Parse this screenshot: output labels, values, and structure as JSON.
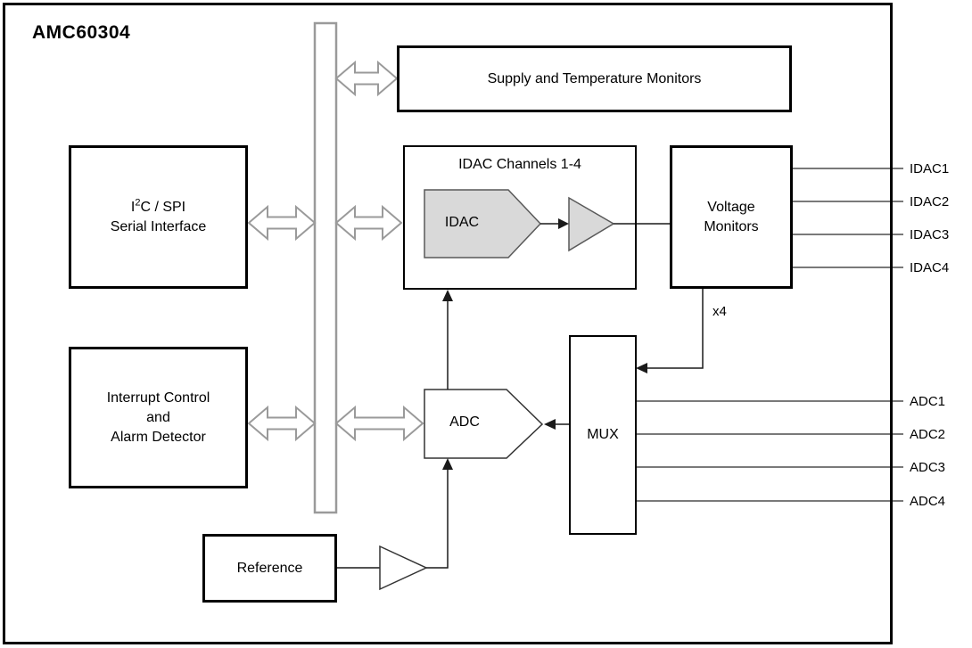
{
  "title": "AMC60304",
  "blocks": {
    "supply": {
      "label": "Supply and Temperature Monitors"
    },
    "serial": {
      "line1_pre": "I",
      "line1_sup": "2",
      "line1_post": "C / SPI",
      "line2": "Serial Interface"
    },
    "idac_group": {
      "label": "IDAC Channels 1-4"
    },
    "idac": {
      "label": "IDAC"
    },
    "voltage": {
      "line1": "Voltage",
      "line2": "Monitors"
    },
    "interrupt": {
      "line1": "Interrupt Control",
      "line2": "and",
      "line3": "Alarm Detector"
    },
    "adc": {
      "label": "ADC"
    },
    "mux": {
      "label": "MUX"
    },
    "reference": {
      "label": "Reference"
    }
  },
  "annotations": {
    "x4": "x4"
  },
  "pins": {
    "idac_outputs": [
      "IDAC1",
      "IDAC2",
      "IDAC3",
      "IDAC4"
    ],
    "adc_inputs": [
      "ADC1",
      "ADC2",
      "ADC3",
      "ADC4"
    ]
  },
  "colors": {
    "box_border": "#000000",
    "bus_gray": "#9a9a9a",
    "shape_fill_gray": "#d9d9d9",
    "shape_stroke": "#595959",
    "wire": "#1a1a1a",
    "pin_wire": "#4d4d4d",
    "background": "#ffffff"
  }
}
